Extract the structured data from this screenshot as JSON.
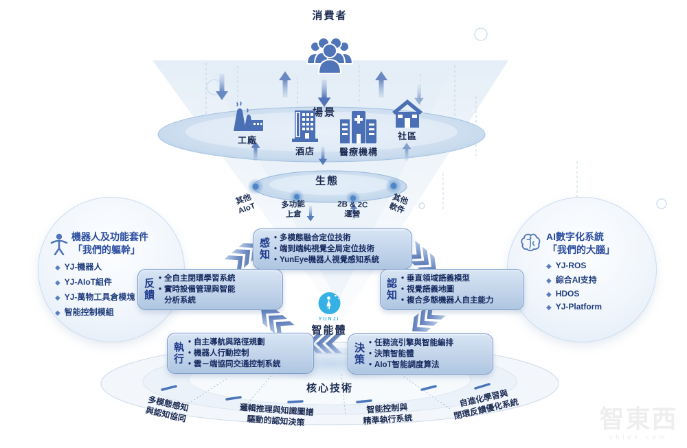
{
  "titles": {
    "consumer": "消費者",
    "scene": "場景",
    "ecosystem": "生態",
    "agent": "智能體",
    "core_tech": "核心技術"
  },
  "icons": {
    "diamond": "◆",
    "dot": "•"
  },
  "scene": {
    "items": [
      {
        "label": "工廠"
      },
      {
        "label": "酒店"
      },
      {
        "label": "醫療機構"
      },
      {
        "label": "社區"
      }
    ]
  },
  "ecosystem": {
    "labels": [
      {
        "line1": "其他",
        "line2": "AIoT"
      },
      {
        "line1": "多功能",
        "line2": "上倉"
      },
      {
        "line1": "2B & 2C",
        "line2": "運營"
      },
      {
        "line1": "其他",
        "line2": "軟件"
      }
    ]
  },
  "left_circle": {
    "title1": "機器人及功能套件",
    "title2": "「我們的軀幹」",
    "items": [
      "YJ-機器人",
      "YJ-AIoT組件",
      "YJ-萬物工具倉模塊",
      "智能控制模組"
    ]
  },
  "right_circle": {
    "title1": "AI數字化系統",
    "title2": "「我們的大腦」",
    "items": [
      "YJ-ROS",
      "綜合AI支持",
      "HDOS",
      "YJ-Platform"
    ]
  },
  "boxes": {
    "perception": {
      "label": "感知",
      "items": [
        "多模態融合定位技術",
        "端到端純視覺全局定位技術",
        "YunEye機器人視覺感知系統"
      ]
    },
    "cognition": {
      "label": "認知",
      "items": [
        "垂直領域語義模型",
        "視覺語義地圖",
        "複合多態機器人自主能力"
      ]
    },
    "feedback": {
      "label": "反饋",
      "items": [
        "全自主閉環學習系統",
        "實時設備管理與智能分析系統"
      ]
    },
    "execution": {
      "label": "執行",
      "items": [
        "自主導航與路徑規劃",
        "機器人行動控制",
        "雲－端協同交通控制系統"
      ]
    },
    "decision": {
      "label": "決策",
      "items": [
        "任務流引擎與智能編排",
        "決策智能體",
        "AIoT智能調度算法"
      ]
    }
  },
  "core_labels": [
    {
      "line1": "多模態感知",
      "line2": "與認知協同"
    },
    {
      "line1": "邏輯推理與知識圖譜",
      "line2": "驅動的認知決策"
    },
    {
      "line1": "智能控制與",
      "line2": "精準執行系統"
    },
    {
      "line1": "自進化學習與",
      "line2": "閉環反饋優化系統"
    }
  ],
  "logo": {
    "text": "YUNJI"
  },
  "watermark": {
    "text": "智東西",
    "sub": "zhidx.com"
  },
  "colors": {
    "accent_blue": "#4a6fb5",
    "dark_text": "#1c2b52",
    "box_fill": "#c2d4ea",
    "box_border": "#7b9cc9",
    "logo_blue": "#35b1e5",
    "ring_dash": "#2e5fb0"
  }
}
